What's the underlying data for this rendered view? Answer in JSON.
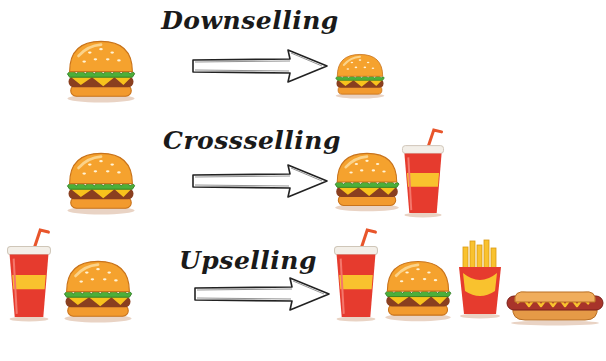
{
  "diagram": {
    "labels": [
      "Downselling",
      "Crossselling",
      "Upselling"
    ]
  }
}
